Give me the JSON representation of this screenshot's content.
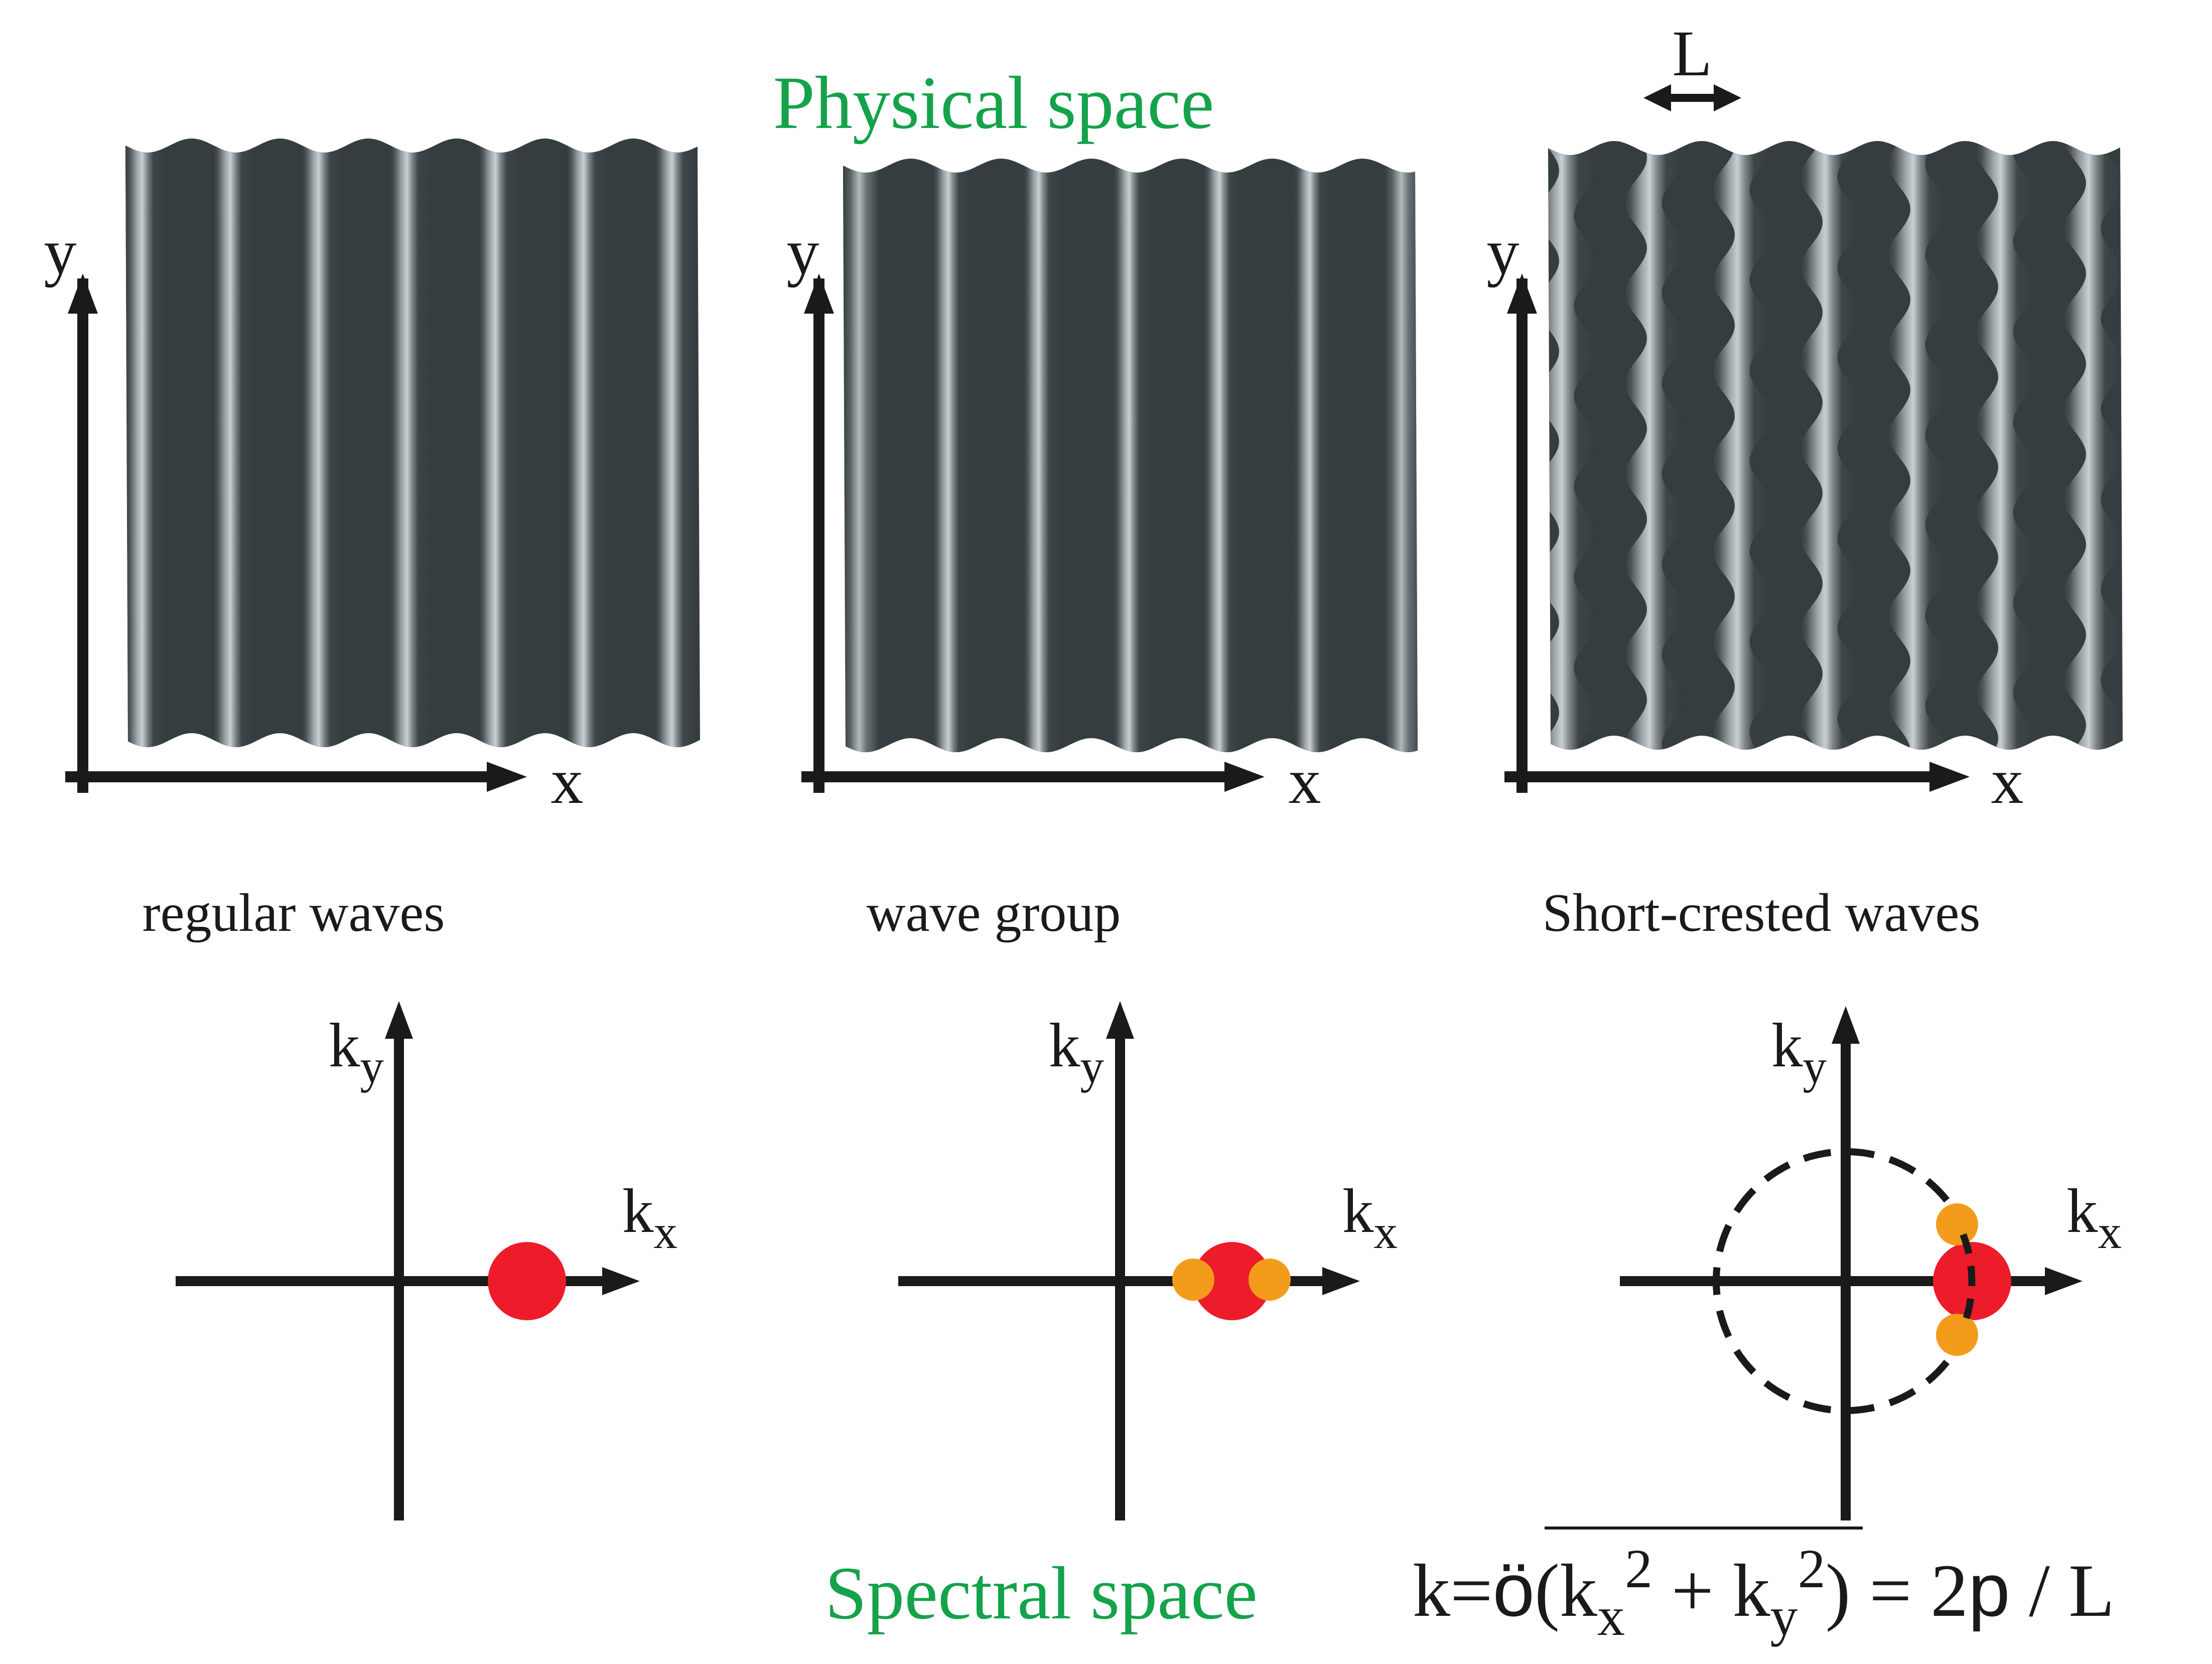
{
  "header": {
    "title": "Physical space"
  },
  "footer": {
    "title": "Spectral space"
  },
  "colors": {
    "title_green": "#14a24a",
    "axis": "#1a1a1a",
    "wave_dark": "#353d40",
    "wave_light": "#c3c9cd",
    "spectral_red": "#ec1c2a",
    "spectral_orange": "#f39c1b"
  },
  "panels": [
    {
      "caption": "regular waves",
      "x_label": "x",
      "y_label": "y",
      "icon": "regular-wave-field"
    },
    {
      "caption": "wave group",
      "x_label": "x",
      "y_label": "y",
      "icon": "wave-group-field"
    },
    {
      "caption": "Short-crested waves",
      "x_label": "x",
      "y_label": "y",
      "icon": "short-crested-wave-field",
      "length_label": "L"
    }
  ],
  "spectra": [
    {
      "kx_main": "k",
      "kx_sub": "x",
      "ky_main": "k",
      "ky_sub": "y",
      "icon": "single-peak-spectrum"
    },
    {
      "kx_main": "k",
      "kx_sub": "x",
      "ky_main": "k",
      "ky_sub": "y",
      "icon": "sideband-spectrum"
    },
    {
      "kx_main": "k",
      "kx_sub": "x",
      "ky_main": "k",
      "ky_sub": "y",
      "icon": "oblique-sideband-spectrum"
    }
  ],
  "formula": {
    "lhs": "k=",
    "root_glyph": "ö",
    "open_paren": "(",
    "term1_main": "k",
    "term1_sub": "x",
    "term1_sup": "2",
    "plus": " + ",
    "term2_main": "k",
    "term2_sub": "y",
    "term2_sup": "2",
    "close_paren": ")",
    "equals": " = 2",
    "pi_glyph": "p",
    "rhs": " / L"
  }
}
